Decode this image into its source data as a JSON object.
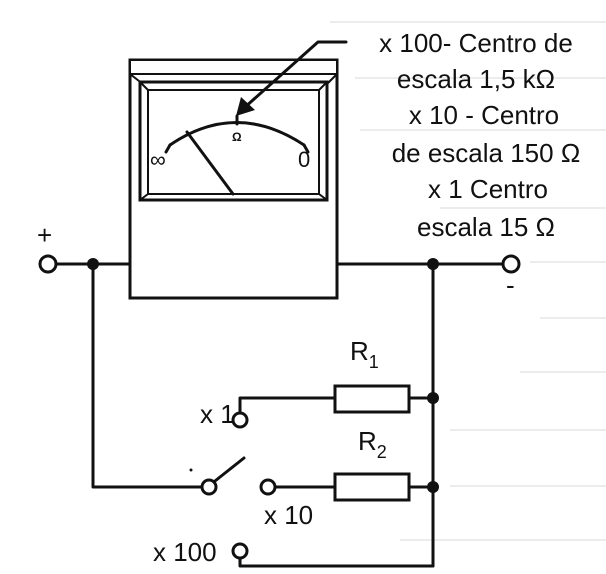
{
  "annotation": {
    "lines": [
      "x 100- Centro de",
      "escala 1,5 kΩ",
      "x 10 - Centro",
      "de escala 150 Ω",
      "x 1 Centro",
      "escala 15 Ω"
    ]
  },
  "meter": {
    "scale_unit": "Ω",
    "scale_left": "∞",
    "scale_right": "0"
  },
  "terminals": {
    "positive": "+",
    "negative": "-"
  },
  "resistors": {
    "r1": {
      "name": "R",
      "subscript": "1"
    },
    "r2": {
      "name": "R",
      "subscript": "2"
    }
  },
  "switch_positions": {
    "x1": "x 1",
    "x10": "x 10",
    "x100": "x 100"
  }
}
